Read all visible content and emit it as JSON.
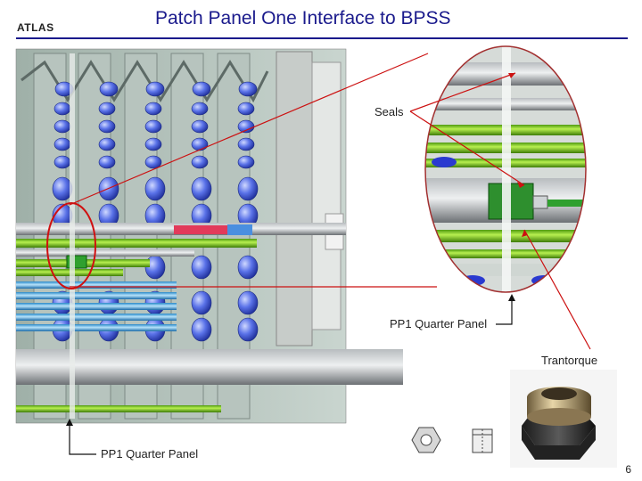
{
  "header": {
    "logo_text": "ATLAS",
    "title": "Patch Panel One Interface to BPSS"
  },
  "callouts": {
    "seals": "Seals",
    "pp1_quarter_panel_upper": "PP1 Quarter Panel",
    "trantorque": "Trantorque",
    "pp1_quarter_panel_lower": "PP1 Quarter Panel"
  },
  "footer": {
    "page_number": "6"
  },
  "colors": {
    "title": "#1a1a8c",
    "callout_line": "#cc1111",
    "pipe_green": "#7ed321",
    "pipe_blue": "#5ab4e6",
    "bolt_blue": "#4a5fd6"
  }
}
